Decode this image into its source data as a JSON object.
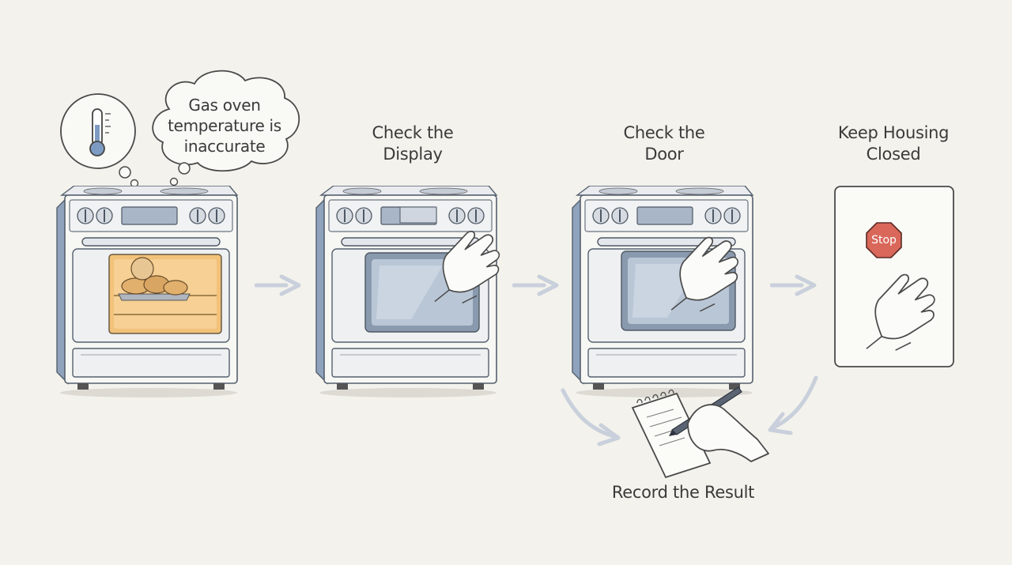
{
  "problem": {
    "line1": "Gas oven",
    "line2": "temperature is",
    "line3": "inaccurate",
    "thermometer_icon": "thermometer-icon"
  },
  "steps": [
    {
      "id": "check-display",
      "line1": "Check the",
      "line2": "Display"
    },
    {
      "id": "check-door",
      "line1": "Check the",
      "line2": "Door"
    },
    {
      "id": "keep-housing-closed",
      "line1": "Keep Housing",
      "line2": "Closed",
      "sign": "Stop"
    }
  ],
  "result": {
    "label": "Record the Result",
    "icon": "notepad-pen-icon"
  },
  "colors": {
    "background": "#f3f2ec",
    "oven_body": "#f6f6f3",
    "oven_shade": "#8ea2bb",
    "oven_glow": "#f2c27a",
    "stop_sign": "#d9675a",
    "arrow": "#c9d0dc",
    "ink": "#4a4a4a"
  }
}
